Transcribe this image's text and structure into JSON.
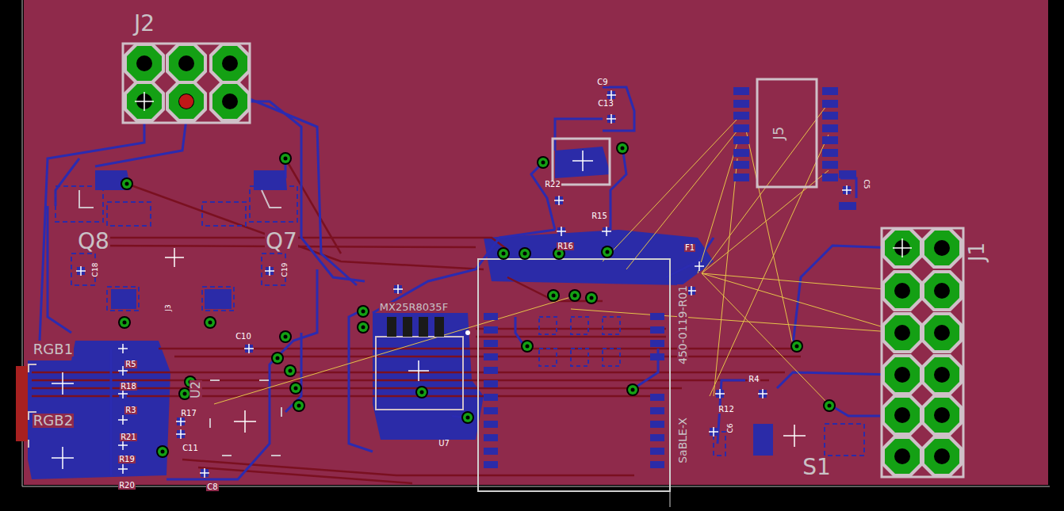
{
  "diagram": {
    "labels": [
      "J2",
      "Q8",
      "Q7",
      "C18",
      "C19",
      "J3",
      "RGB1",
      "RGB2",
      "R5",
      "R18",
      "R3",
      "R21",
      "R19",
      "R20",
      "R17",
      "U2",
      "C11",
      "C8",
      "C10",
      "MX25R8035F",
      "U7",
      "C9",
      "C13",
      "R22",
      "R15",
      "R16",
      "F1",
      "J5",
      "C5",
      "J1",
      "450-0119-R01",
      "SaBLE-X",
      "R4",
      "R12",
      "C6",
      "S1"
    ]
  }
}
